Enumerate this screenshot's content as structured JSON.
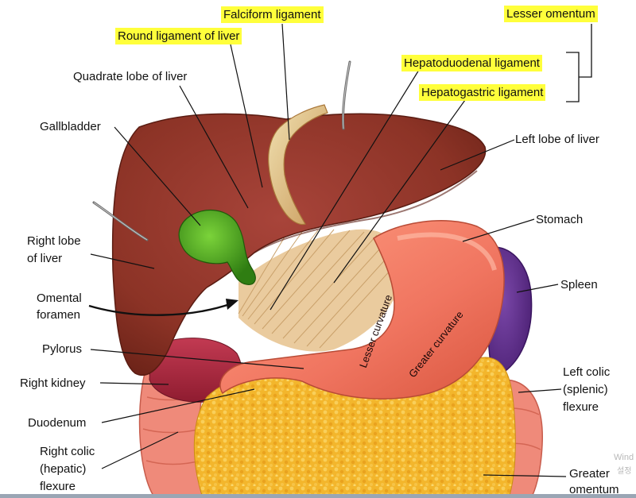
{
  "labels": {
    "falciform": "Falciform ligament",
    "round_ligament": "Round ligament of liver",
    "lesser_omentum": "Lesser omentum",
    "quadrate_lobe": "Quadrate lobe of liver",
    "hepatoduodenal": "Hepatoduodenal ligament",
    "hepatogastric": "Hepatogastric ligament",
    "gallbladder": "Gallbladder",
    "left_lobe": "Left lobe of liver",
    "stomach": "Stomach",
    "right_lobe_1": "Right lobe",
    "right_lobe_2": "of liver",
    "spleen": "Spleen",
    "omental_1": "Omental",
    "omental_2": "foramen",
    "pylorus": "Pylorus",
    "right_kidney": "Right kidney",
    "left_colic_1": "Left colic",
    "left_colic_2": "(splenic)",
    "left_colic_3": "flexure",
    "duodenum": "Duodenum",
    "right_colic_1": "Right colic",
    "right_colic_2": "(hepatic)",
    "right_colic_3": "flexure",
    "greater_omentum_1": "Greater",
    "greater_omentum_2": "omentum",
    "lesser_curvature": "Lesser curvature",
    "greater_curvature": "Greater curvature"
  },
  "watermark": {
    "line1": "Wind",
    "line2": "설정"
  },
  "colors": {
    "highlight": "#ffff3b",
    "liver": "#9b3a2a",
    "liver_dark": "#6e2419",
    "gallbladder": "#3e9a1c",
    "ligament": "#e9b65a",
    "stomach": "#f17e67",
    "spleen": "#5b2a86",
    "omentum": "#f3b62c",
    "kidney": "#a8243b"
  }
}
